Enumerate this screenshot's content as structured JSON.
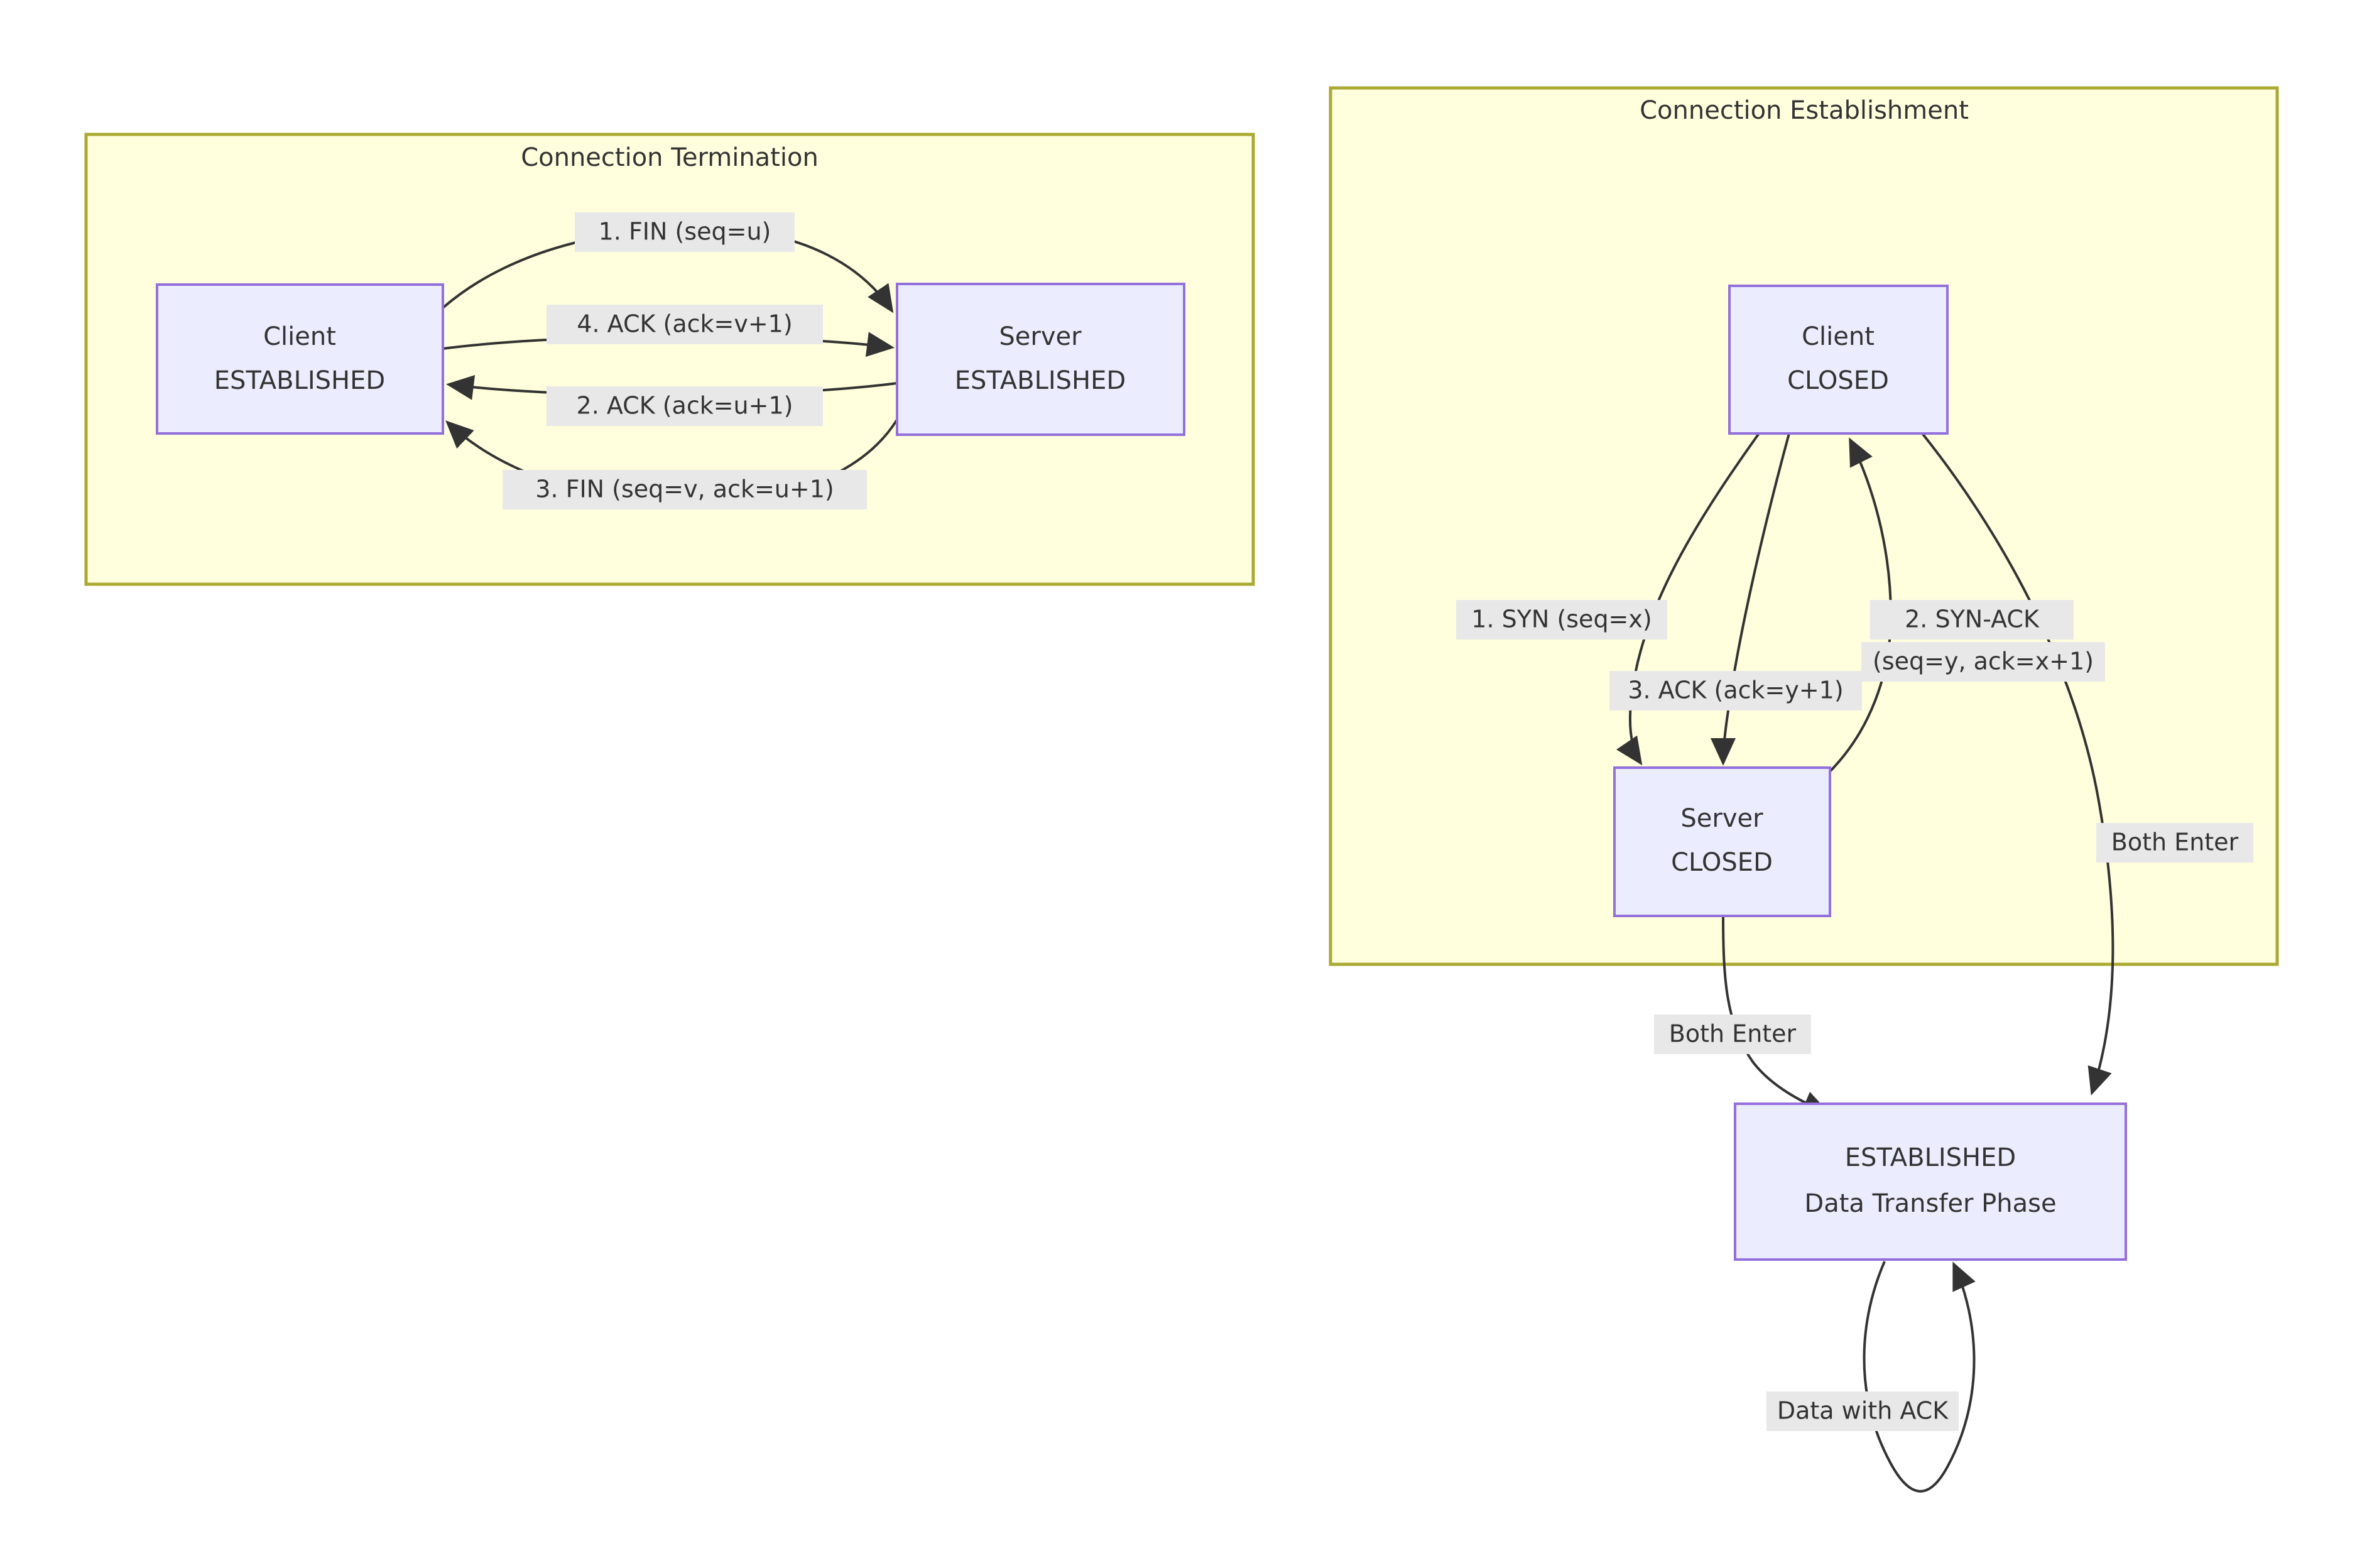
{
  "diagram": {
    "type": "tcp-state-flowchart",
    "background": "#ffffff",
    "colors": {
      "cluster_fill": "#ffffde",
      "cluster_stroke": "#aaaa33",
      "node_fill": "#ececff",
      "node_stroke": "#9370db",
      "edge_stroke": "#333333",
      "label_bg": "#e8e8e8",
      "text": "#333333"
    },
    "clusters": [
      {
        "id": "termination",
        "title": "Connection Termination"
      },
      {
        "id": "establishment",
        "title": "Connection Establishment"
      }
    ],
    "nodes": [
      {
        "id": "term-client",
        "line1": "Client",
        "line2": "ESTABLISHED"
      },
      {
        "id": "term-server",
        "line1": "Server",
        "line2": "ESTABLISHED"
      },
      {
        "id": "est-client",
        "line1": "Client",
        "line2": "CLOSED"
      },
      {
        "id": "est-server",
        "line1": "Server",
        "line2": "CLOSED"
      },
      {
        "id": "established",
        "line1": "ESTABLISHED",
        "line2": "Data Transfer Phase"
      }
    ],
    "edges": [
      {
        "id": "e-fin1",
        "label": "1. FIN (seq=u)",
        "from": "term-client",
        "to": "term-server"
      },
      {
        "id": "e-ack4",
        "label": "4. ACK (ack=v+1)",
        "from": "term-client",
        "to": "term-server"
      },
      {
        "id": "e-ack2",
        "label": "2. ACK (ack=u+1)",
        "from": "term-server",
        "to": "term-client"
      },
      {
        "id": "e-fin3",
        "label": "3. FIN (seq=v, ack=u+1)",
        "from": "term-server",
        "to": "term-client"
      },
      {
        "id": "e-syn1",
        "label": "1. SYN (seq=x)",
        "from": "est-client",
        "to": "est-server"
      },
      {
        "id": "e-ack3",
        "label": "3. ACK (ack=y+1)",
        "from": "est-client",
        "to": "est-server"
      },
      {
        "id": "e-synack2a",
        "label": "2. SYN-ACK",
        "from": "est-server",
        "to": "est-client"
      },
      {
        "id": "e-synack2b",
        "label": "(seq=y, ack=x+1)",
        "from": "est-server",
        "to": "est-client"
      },
      {
        "id": "e-both-srv",
        "label": "Both Enter",
        "from": "est-server",
        "to": "established"
      },
      {
        "id": "e-both-cli",
        "label": "Both Enter",
        "from": "est-client",
        "to": "established"
      },
      {
        "id": "e-data-loop",
        "label": "Data with ACK",
        "from": "established",
        "to": "established"
      }
    ]
  }
}
